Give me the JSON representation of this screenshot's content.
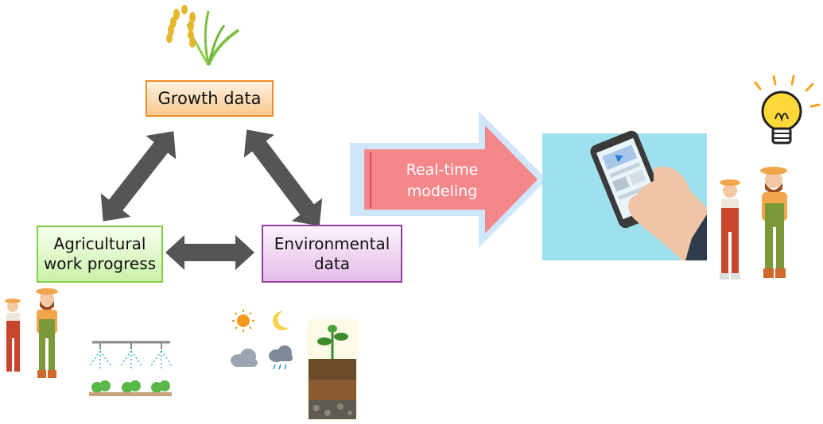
{
  "nodes": {
    "growth": "Growth data",
    "agri_line1": "Agricultural",
    "agri_line2": "work progress",
    "env_line1": "Environmental",
    "env_line2": "data"
  },
  "big_arrow": {
    "line1": "Real-time",
    "line2": "modeling"
  },
  "icons": [
    "rice-plant-icon",
    "sun-icon",
    "moon-icon",
    "cloud-icon",
    "rain-cloud-icon",
    "soil-layers-icon",
    "sprinkler-icon",
    "farmer-couple-icon",
    "smartphone-hand-icon",
    "lightbulb-icon"
  ],
  "colors": {
    "arrow_gray": "#555555",
    "big_arrow_fill": "#f4878a",
    "big_arrow_halo": "#cfe6fb",
    "phone_panel": "#9fe0ee"
  }
}
